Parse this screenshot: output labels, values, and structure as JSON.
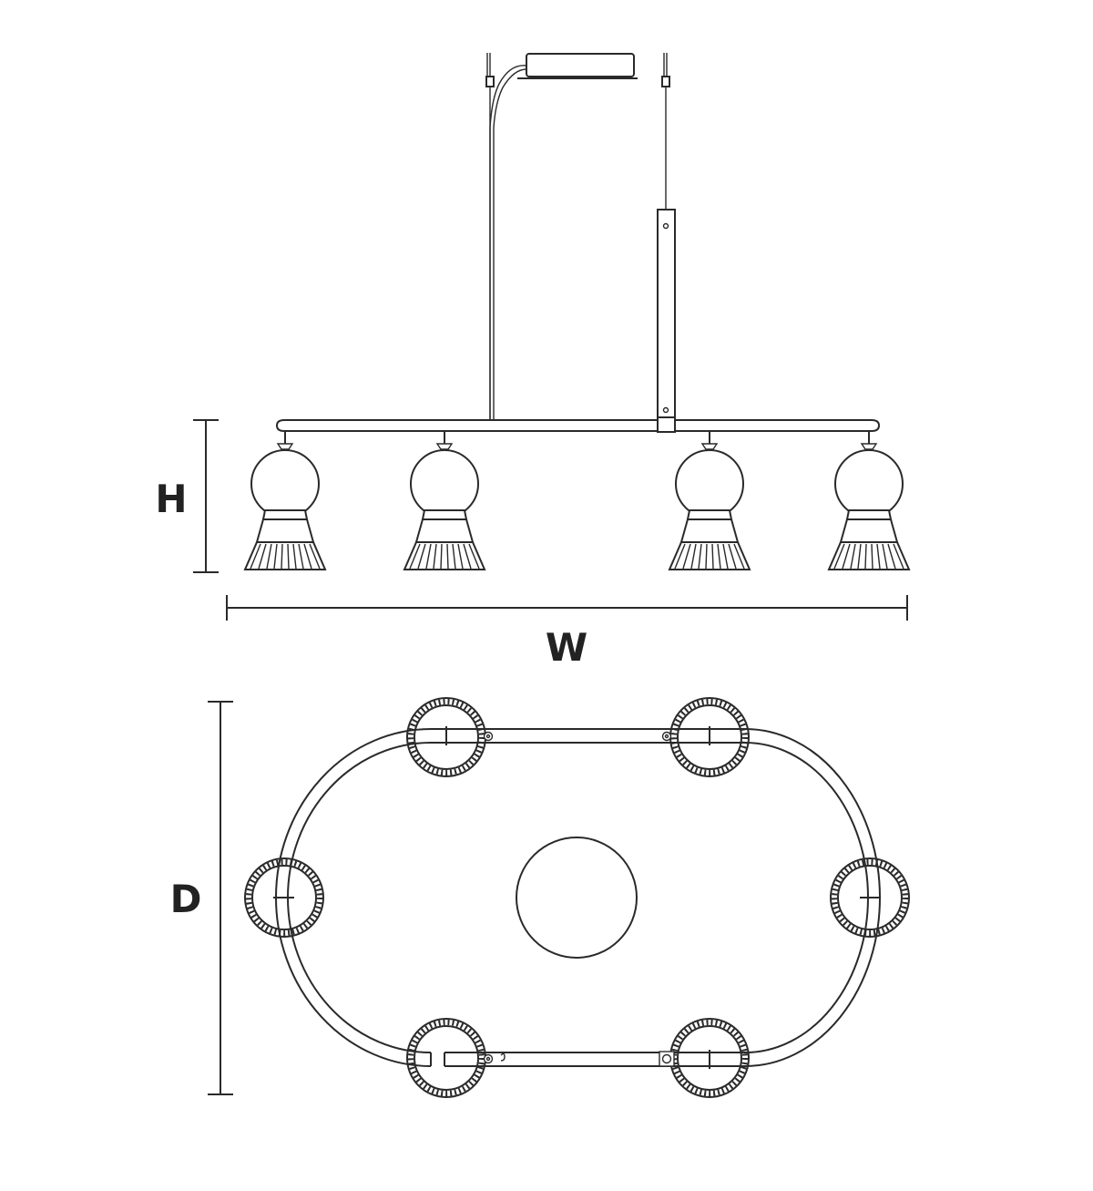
{
  "dimensions": {
    "height_label": "H",
    "width_label": "W",
    "depth_label": "D"
  },
  "colors": {
    "line": "#2a2a2a",
    "background": "#ffffff"
  },
  "views": [
    "front-elevation",
    "top-plan"
  ],
  "front_view": {
    "shade_count": 4
  },
  "top_view": {
    "shade_count": 6
  }
}
